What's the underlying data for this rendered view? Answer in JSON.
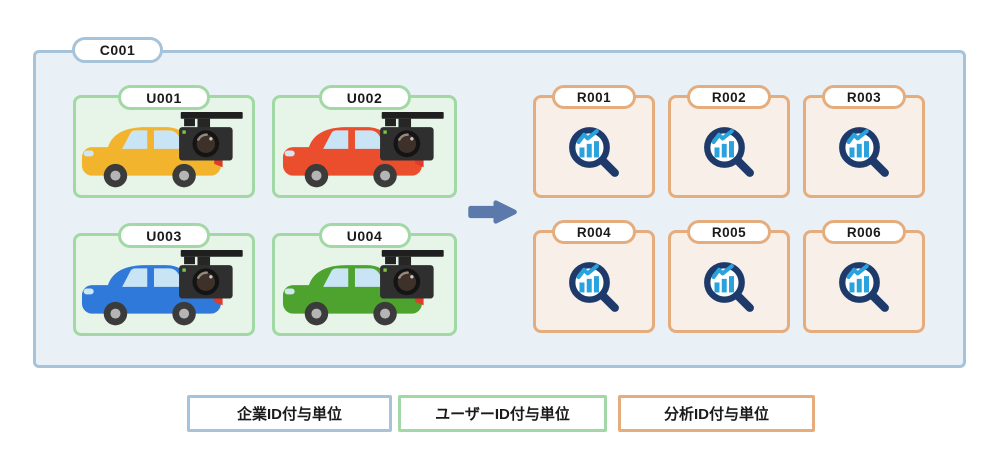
{
  "company": {
    "id": "C001"
  },
  "users": {
    "items": [
      {
        "id": "U001",
        "car_color": "#f2b42c"
      },
      {
        "id": "U002",
        "car_color": "#ea4e2c"
      },
      {
        "id": "U003",
        "car_color": "#2e79da"
      },
      {
        "id": "U004",
        "car_color": "#4da32d"
      }
    ]
  },
  "analyses": {
    "items": [
      {
        "id": "R001"
      },
      {
        "id": "R002"
      },
      {
        "id": "R003"
      },
      {
        "id": "R004"
      },
      {
        "id": "R005"
      },
      {
        "id": "R006"
      }
    ]
  },
  "legend": {
    "items": [
      {
        "label": "企業ID付与単位"
      },
      {
        "label": "ユーザーID付与単位"
      },
      {
        "label": "分析ID付与単位"
      }
    ]
  },
  "icons": {
    "user_box_icon": "car-with-dashcam-icon",
    "analysis_box_icon": "magnifier-chart-icon",
    "arrow_icon": "right-arrow-icon"
  },
  "colors": {
    "company_border": "#a6c3da",
    "company_bg": "#e9f1f7",
    "user_border": "#a2d8a5",
    "user_bg": "#e7f4e8",
    "analysis_border": "#e5ad7d",
    "analysis_bg": "#f8f0e8",
    "arrow": "#5b79ab",
    "magnifier_ring": "#1d3a6b",
    "chart_blue": "#2aa2de",
    "label_text": "#1a1a1a"
  }
}
